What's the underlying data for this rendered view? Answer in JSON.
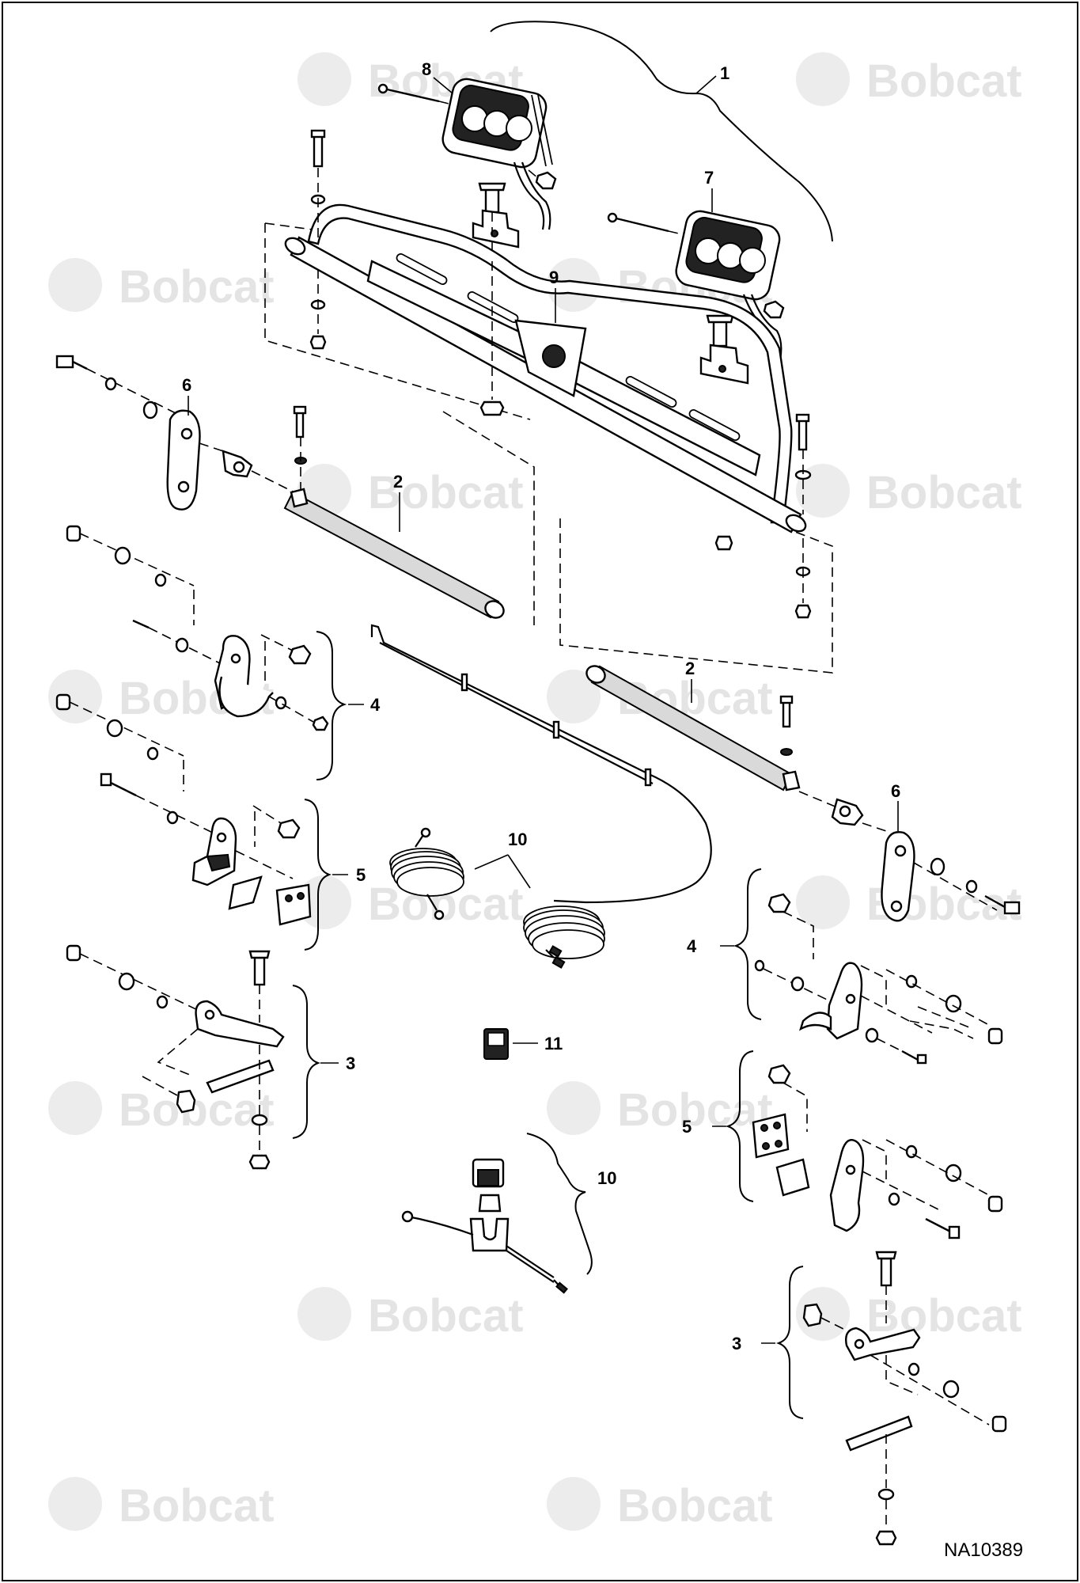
{
  "watermark": {
    "brand": "Bobcat",
    "color": "#e4e4e4"
  },
  "drawing_id": "NA10389",
  "callouts": [
    {
      "id": "1",
      "label": "1"
    },
    {
      "id": "2a",
      "label": "2"
    },
    {
      "id": "2b",
      "label": "2"
    },
    {
      "id": "3a",
      "label": "3"
    },
    {
      "id": "3b",
      "label": "3"
    },
    {
      "id": "4a",
      "label": "4"
    },
    {
      "id": "4b",
      "label": "4"
    },
    {
      "id": "5a",
      "label": "5"
    },
    {
      "id": "5b",
      "label": "5"
    },
    {
      "id": "6a",
      "label": "6"
    },
    {
      "id": "6b",
      "label": "6"
    },
    {
      "id": "7",
      "label": "7"
    },
    {
      "id": "8",
      "label": "8"
    },
    {
      "id": "9",
      "label": "9"
    },
    {
      "id": "10a",
      "label": "10"
    },
    {
      "id": "10b",
      "label": "10"
    },
    {
      "id": "11",
      "label": "11"
    }
  ],
  "colors": {
    "line": "#000000",
    "background": "#ffffff",
    "watermark": "#e4e4e4"
  }
}
